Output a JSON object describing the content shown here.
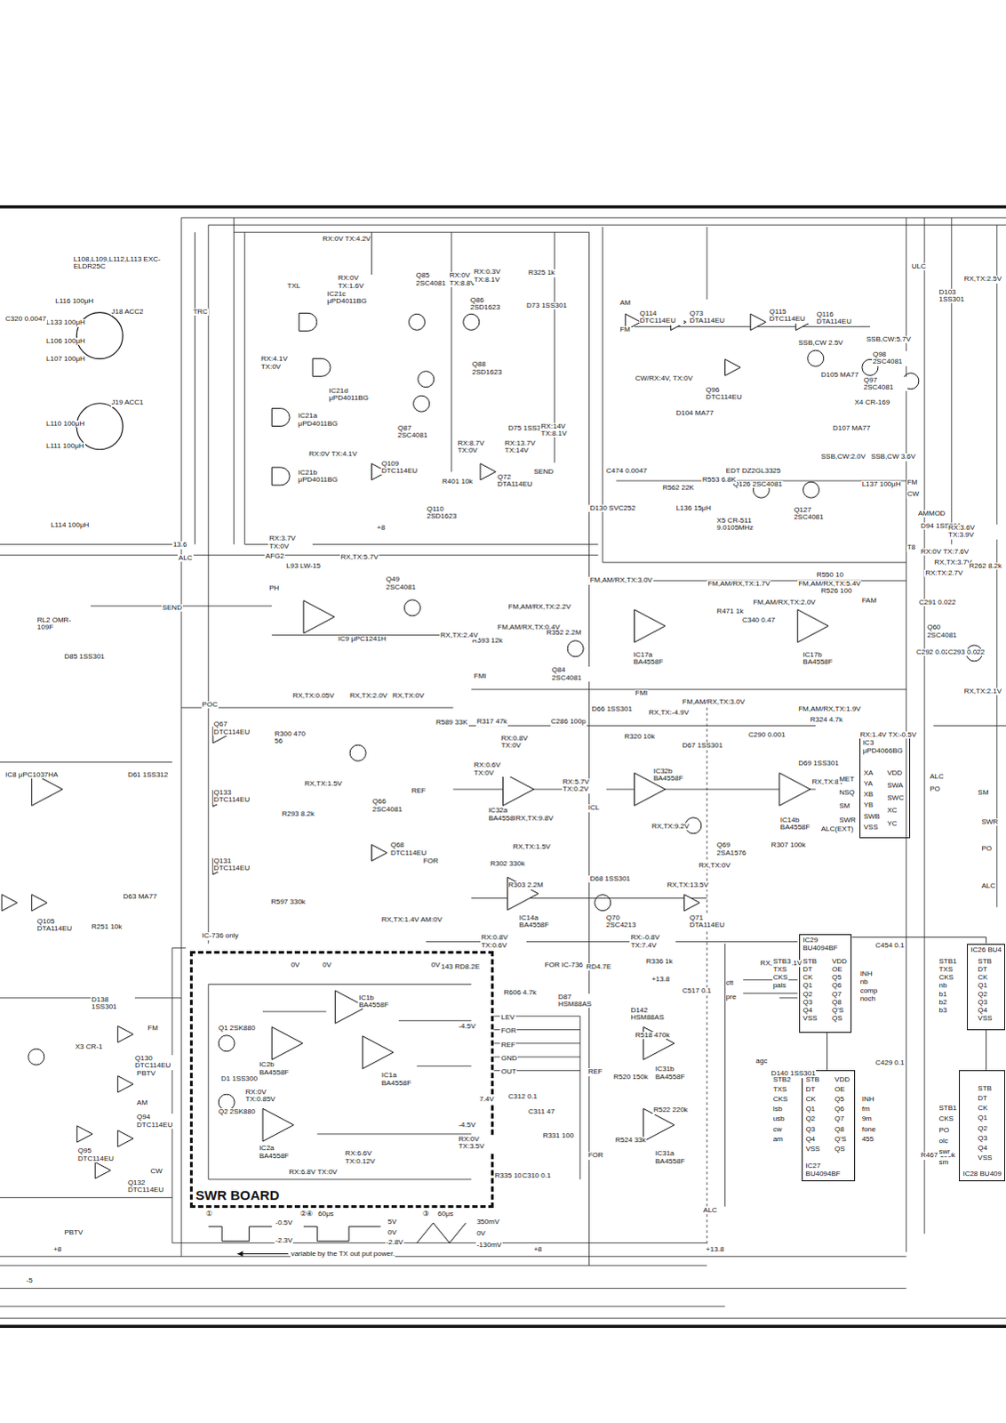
{
  "diagram": {
    "nodes": [
      {
        "text": [
          "SWR BOARD"
        ]
      },
      {
        "text": [
          "IC3",
          "μPD4066BG"
        ]
      },
      {
        "text": [
          "IC29",
          "BU4094BF"
        ]
      },
      {
        "text": [
          "IC27",
          "BU4094BF"
        ]
      },
      {
        "text": [
          "IC26 BU4"
        ]
      },
      {
        "text": [
          "IC28 BU409"
        ]
      }
    ],
    "edges": [
      {
        "from": 2,
        "to": 3,
        "arrow": "none"
      },
      {
        "from": 4,
        "to": 5,
        "arrow": "none"
      },
      {
        "from": 2,
        "to": 4,
        "arrow": "none"
      }
    ],
    "labels": [
      "RX:0V TX:4.2V",
      "TXL",
      "RX:0V TX:1.6V",
      "IC21c μPD4011BG",
      "Q85 2SC4081",
      "RX:0V TX:8.8V",
      "RX:0.3V TX:8.1V",
      "R325 1k",
      "Q86 2SD1623",
      "D73 1SS301",
      "Q88 2SD1623",
      "Q87 2SC4081",
      "IC21d μPD4011BG",
      "IC21a μPD4011BG",
      "IC21b μPD4011BG",
      "Q109 DTC114EU",
      "Q110 2SD1623",
      "Q72 DTA114EU",
      "R401 10k",
      "SEND",
      "D75 1SS301",
      "RX:14V TX:8.1V",
      "RX:13.7V TX:14V",
      "RX:8.7V TX:0V",
      "TRC",
      "RX:4.1V TX:0V",
      "RX:3.7V TX:0V",
      "RX:0V TX:4.1V",
      "ALC",
      "13.6",
      "AFG2",
      "SEND",
      "RL2 OMR-109F",
      "D85 1SS301",
      "L108,L109,L112,L113 EXC-ELDR25C",
      "J18 ACC2",
      "J19 ACC1",
      "L116 100μH",
      "L133 100μH",
      "L106 100μH",
      "L107 100μH",
      "L110 100μH",
      "L111 100μH",
      "L114 100μH",
      "C320 0.0047",
      "AM",
      "FM",
      "Q114 DTC114EU",
      "Q73 DTA114EU",
      "Q115 DTC114EU",
      "Q116 DTA114EU",
      "ULC",
      "D103 1SS301",
      "RX,TX:2.5V",
      "SSB,CW:5.7V",
      "SSB,CW 2.5V",
      "Q98 2SC4081",
      "Q97 2SC4081",
      "Q96 DTC114EU",
      "CW/RX:4V, TX:0V",
      "D105 MA77",
      "D104 MA77",
      "D107 MA77",
      "X4 CR-169",
      "SSB,CW:2.0V",
      "SSB,CW 3.6V",
      "EDT DZ2GL3325",
      "Q126 2SC4081",
      "L137 100μH",
      "FM",
      "CW",
      "C474 0.0047",
      "R562 22K",
      "R553 6.8K",
      "L136 15μH",
      "X5 CR-511 9.0105MHz",
      "Q127 2SC4081",
      "D130 SVC252",
      "R550 10",
      "AMMOD",
      "D94 1SS301",
      "RX:3.6V TX:3.9V",
      "T8",
      "RX:0V TX:7.6V",
      "RX,TX:3.7V",
      "RX:TX:2.7V",
      "R262 8.2k",
      "C291 0.022",
      "Q60 2SC4081",
      "C292 0.022",
      "C293 0.022",
      "RX,TX:2.1V",
      "FAM",
      "R526 100",
      "FM,AM/RX,TX:3.0V",
      "FM,AM/RX,TX:1.7V",
      "FM,AM/RX,TX:5.4V",
      "FM,AM/RX,TX:2.0V",
      "R471 1k",
      "C340 0.47",
      "FM,AM/RX,TX:2.2V",
      "FM,AM/RX,TX:0.4V",
      "IC17a BA4558F",
      "IC17b BA4558F",
      "R352 2.2M",
      "Q84 2SC4081",
      "R593 12k",
      "FMI",
      "FMI",
      "FM,AM/RX,TX:3.0V",
      "FM,AM/RX,TX:1.9V",
      "L93 LW-15",
      "IC9 μPC1241H",
      "Q49 2SC4081",
      "RX,TX:5.7V",
      "RX,TX:2.4V",
      "PH",
      "RX,TX:0.05V",
      "RX,TX:2.0V",
      "RX,TX:0V",
      "POC",
      "Q67 DTC114EU",
      "Q66 2SC4081",
      "RX,TX:1.5V",
      "R293 8.2k",
      "Q133 DTC114EU",
      "Q131 DTC114EU",
      "R597 330k",
      "IC-736 only",
      "Q68 DTC114EU",
      "RX,TX:1.4V AM:0V",
      "R300 470 56",
      "R589 33K",
      "REF",
      "FOR",
      "R317 47k",
      "C286 100p",
      "D66 1SS301",
      "R320 10k",
      "IC32a BA4558F",
      "RX:5.7V TX:0.2V",
      "ICL",
      "RX:0.6V TX:0V",
      "RX:0.8V TX:0V",
      "RX,TX:-4.9V",
      "D67 1SS301",
      "C290 0.001",
      "R324 4.7k",
      "RX:1.4V TX:-0.5V",
      "D69 1SS301",
      "IC14b BA4558F",
      "RX,TX:8V",
      "RX,TX:9.8V",
      "IC32b BA4558F",
      "RX,TX:9.2V",
      "Q69 2SA1576",
      "R307 100k",
      "RX,TX:0V",
      "RX,TX:1.5V",
      "R302 330k",
      "R303 2.2M",
      "IC14a BA4558F",
      "D68 1SS301",
      "RX,TX:13.5V",
      "Q70 2SC4213",
      "Q71 DTA114EU",
      "RX:-0.8V TX:7.4V",
      "RX:0.8V TX:0.6V",
      "R336 1k",
      "RX,TX:14.1V",
      "D143 RD8.2E",
      "D144 RD4.7E",
      "R606 4.7k",
      "D87 HSM88AS",
      "D142 HSM88AS",
      "+13.8",
      "C517 0.1",
      "LEV",
      "FOR",
      "REF",
      "GND",
      "OUT",
      "-4.5V",
      "7.4V",
      "-4.5V",
      "RX:0V TX:3.5V",
      "Q1 2SK880",
      "Q2 2SK880",
      "IC1b BA4558F",
      "IC2b BA4558F",
      "IC1a BA4558F",
      "IC2a BA4558F",
      "D1 1SS300",
      "RX:0V TX:0.85V",
      "RX:6.6V TX:0.12V",
      "RX:6.8V TX:0V",
      "0V",
      "0V",
      "0V",
      "①",
      "-0.5V",
      "-2.3V",
      "②④",
      "60μs",
      "5V",
      "0V",
      "-2.8V",
      "③",
      "60μs",
      "350mV",
      "0V",
      "-130mV",
      "variable by the TX out put power.",
      "IC31b BA4558F",
      "IC31a BA4558F",
      "R518 470k",
      "R520 150k",
      "R522 220k",
      "R524 33k",
      "REF",
      "FOR",
      "C312 0.1",
      "C311 47",
      "R331 100",
      "R335 100",
      "C310 0.1",
      "FOR IC-736",
      "IC8 μPC1037HA",
      "D61 1SS312",
      "Q105 DTA114EU",
      "D63 MA77",
      "R251 10k",
      "D138 1SS301",
      "Q130 DTC114EU",
      "FM",
      "PBTV",
      "AM",
      "Q94 DTC114EU",
      "Q95 DTC114EU",
      "Q132 DTC114EU",
      "CW",
      "X3 CR-1",
      "PBTV",
      "ALC",
      "PO",
      "SM",
      "SWR",
      "PO",
      "ALC",
      "ALC(EXT)",
      "MET",
      "NSQ",
      "SM",
      "SWR",
      "agc",
      "ctt",
      "pre",
      "C454 0.1",
      "C429 0.1",
      "D140 1SS301",
      "R467 100k",
      "+13.8",
      "+8",
      "+8",
      "-5",
      "ALC",
      "+8",
      "XA",
      "YA",
      "XB",
      "YB",
      "SWB",
      "VSS",
      "VDD",
      "SWA",
      "SWC",
      "XC",
      "YC",
      "STB3",
      "TXS",
      "CKS",
      "pals",
      "STB",
      "DT",
      "CK",
      "Q1",
      "Q2",
      "Q3",
      "Q4",
      "VSS",
      "VDD",
      "OE",
      "Q5",
      "Q6",
      "Q7",
      "Q8",
      "Q'S",
      "QS",
      "INH",
      "nb",
      "comp",
      "noch",
      "STB2",
      "TXS",
      "CKS",
      "lsb",
      "usb",
      "cw",
      "am",
      "STB",
      "DT",
      "CK",
      "Q1",
      "Q2",
      "Q3",
      "Q4",
      "VSS",
      "VDD",
      "OE",
      "Q5",
      "Q6",
      "Q7",
      "Q8",
      "Q'S",
      "QS",
      "INH",
      "fm",
      "9m",
      "fone",
      "455",
      "STB1",
      "TXS",
      "CKS",
      "nb",
      "b1",
      "b2",
      "b3",
      "STB",
      "DT",
      "CK",
      "Q1",
      "Q2",
      "Q3",
      "Q4",
      "VSS",
      "STB1",
      "CKS",
      "PO",
      "olc",
      "swr",
      "sm",
      "STB",
      "DT",
      "CK",
      "Q1",
      "Q2",
      "Q3",
      "Q4",
      "VSS"
    ]
  }
}
